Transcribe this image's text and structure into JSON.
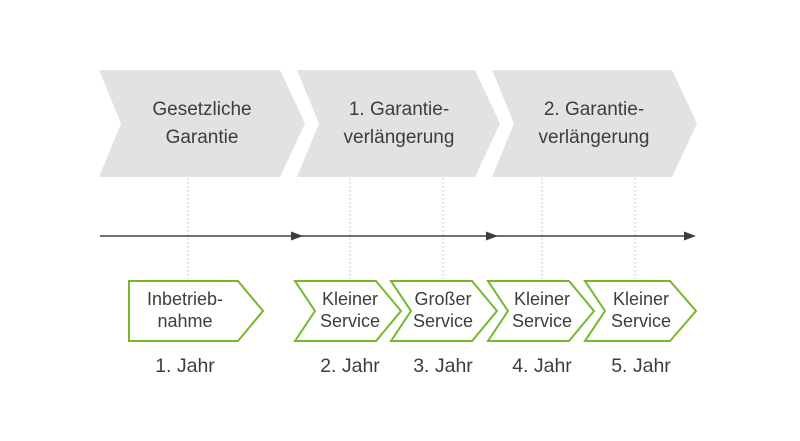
{
  "diagram": {
    "colors": {
      "phase_arrow_fill": "#e2e2e2",
      "service_chevron_stroke": "#76b82a",
      "text": "#3d3d3c",
      "timeline": "#444443",
      "connector_dotted": "#bcbcbc"
    },
    "warranty_phases": [
      {
        "label": "Gesetzliche\nGarantie"
      },
      {
        "label": "1. Garantie-\nverlängerung"
      },
      {
        "label": "2. Garantie-\nverlängerung"
      }
    ],
    "service_steps": [
      {
        "label": "Inbetrieb-\nnahme",
        "year": "1. Jahr"
      },
      {
        "label": "Kleiner\nService",
        "year": "2. Jahr"
      },
      {
        "label": "Großer\nService",
        "year": "3. Jahr"
      },
      {
        "label": "Kleiner\nService",
        "year": "4. Jahr"
      },
      {
        "label": "Kleiner\nService",
        "year": "5. Jahr"
      }
    ]
  }
}
